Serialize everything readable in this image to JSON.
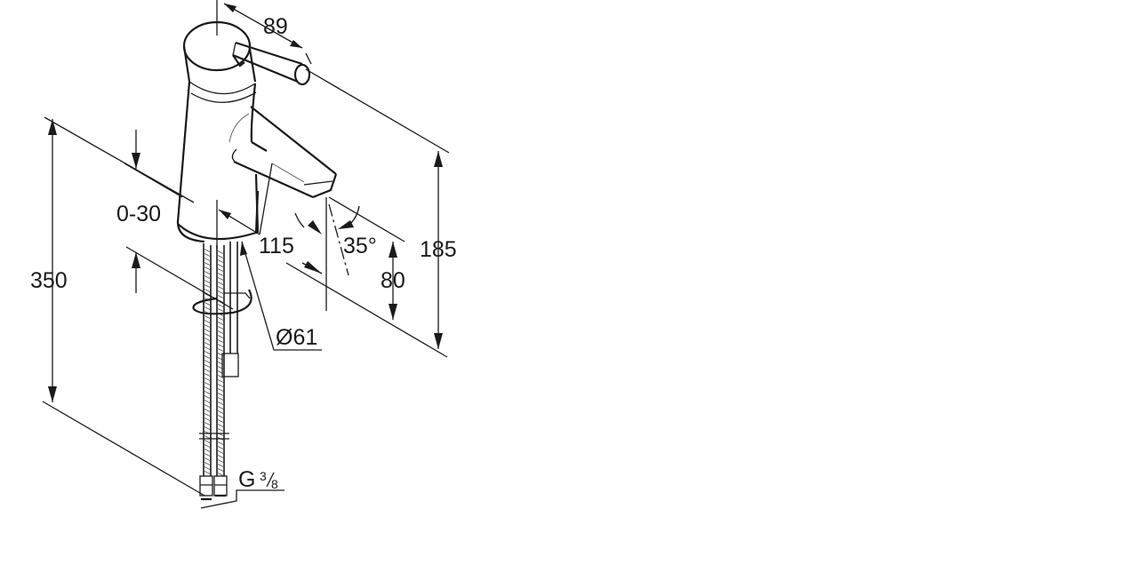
{
  "dimensions": {
    "lever_length": "89",
    "projection": "115",
    "height_total": "350",
    "hole_range": "0-30",
    "spout_angle": "35°",
    "spout_height": "80",
    "tap_height": "185",
    "base_diameter": "Ø61",
    "connection_prefix": "G",
    "connection_num": "3",
    "connection_den": "8"
  }
}
